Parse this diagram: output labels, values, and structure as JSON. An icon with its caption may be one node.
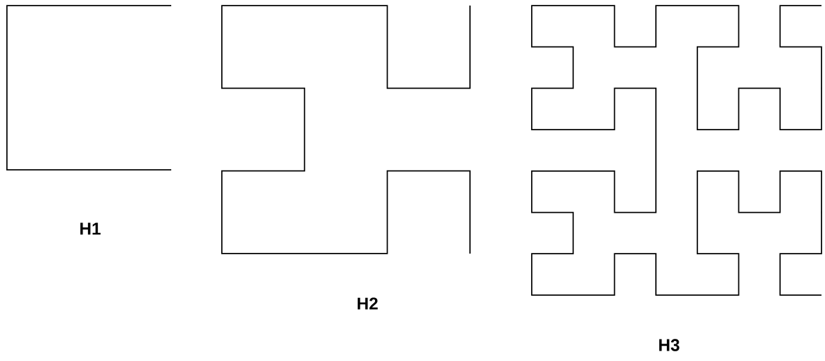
{
  "diagram": {
    "labels": [
      "H1",
      "H2",
      "H3"
    ]
  }
}
